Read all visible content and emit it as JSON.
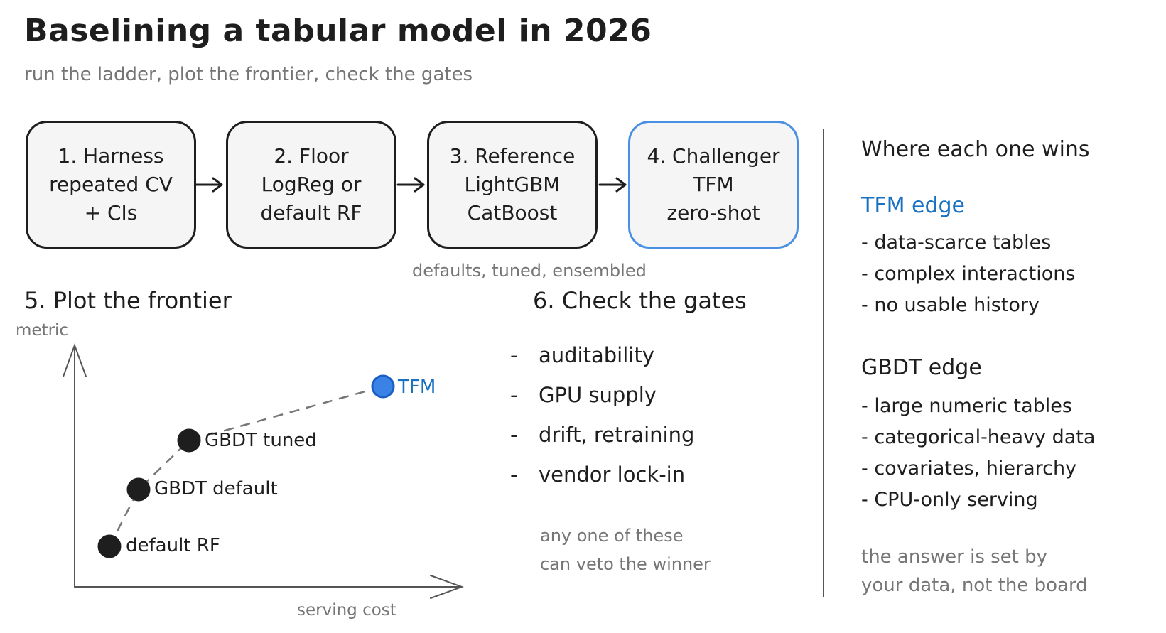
{
  "title": "Baselining a tabular model in 2026",
  "subtitle": "run the ladder, plot the frontier, check the gates",
  "steps": [
    {
      "lines": [
        "1. Harness",
        "repeated CV",
        "+ CIs"
      ]
    },
    {
      "lines": [
        "2. Floor",
        "LogReg or",
        "default RF"
      ]
    },
    {
      "lines": [
        "3. Reference",
        "LightGBM",
        "CatBoost"
      ]
    },
    {
      "lines": [
        "4. Challenger",
        "TFM",
        "zero-shot"
      ]
    }
  ],
  "reference_note": "defaults, tuned, ensembled",
  "frontier": {
    "heading": "5. Plot the frontier",
    "y_label": "metric",
    "x_label": "serving cost",
    "points": [
      {
        "label": "default RF",
        "color": "#1e1e1e"
      },
      {
        "label": "GBDT default",
        "color": "#1e1e1e"
      },
      {
        "label": "GBDT tuned",
        "color": "#1e1e1e"
      },
      {
        "label": "TFM",
        "color": "#4a90e2"
      }
    ]
  },
  "gates": {
    "heading": "6. Check the gates",
    "dash": "-",
    "items": [
      "auditability",
      "GPU supply",
      "drift, retraining",
      "vendor lock-in"
    ],
    "note_lines": [
      "any one of these",
      "can veto the winner"
    ]
  },
  "wins": {
    "heading": "Where each one wins",
    "tfm_heading": "TFM edge",
    "tfm_items": [
      "- data-scarce tables",
      "- complex interactions",
      "- no usable history"
    ],
    "gbdt_heading": "GBDT edge",
    "gbdt_items": [
      "- large numeric tables",
      "- categorical-heavy data",
      "- covariates, hierarchy",
      "- CPU-only serving"
    ],
    "closing_lines": [
      "the answer is set by",
      "your data, not the board"
    ]
  },
  "colors": {
    "ink": "#1e1e1e",
    "accent_stroke": "#4a90e2",
    "accent_text": "#1971c2",
    "muted": "#757575",
    "box_fill": "#f5f5f5"
  }
}
